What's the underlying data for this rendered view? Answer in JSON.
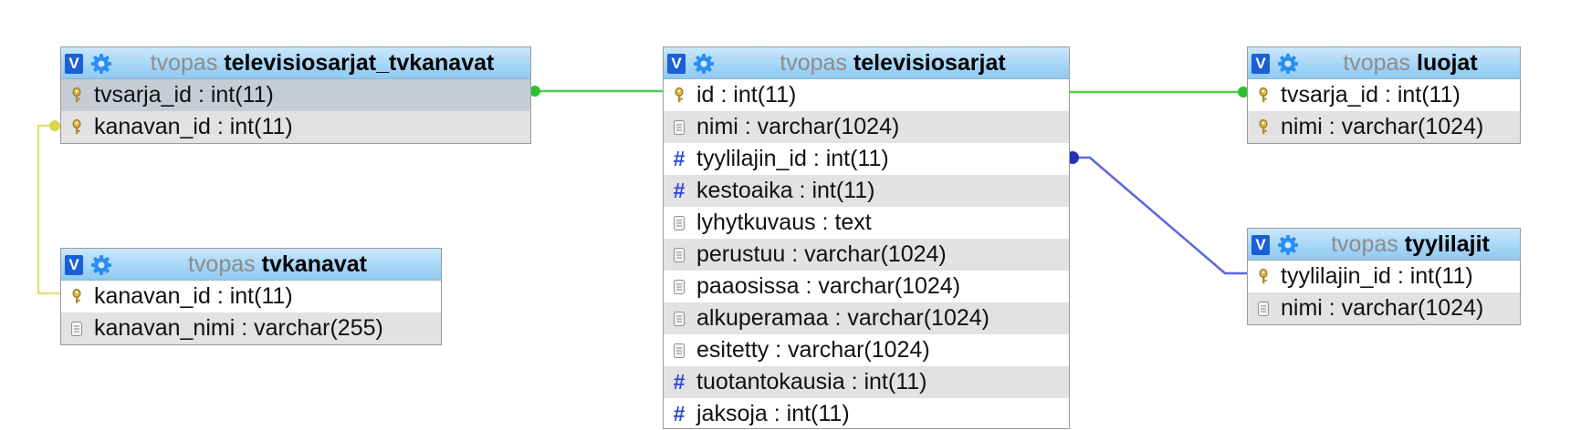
{
  "colors": {
    "header_from": "#c9e7fb",
    "header_to": "#90c9f1",
    "db_name": "#8c8c8c",
    "alt_row": "#e2e2e2",
    "selected_row": "#c6ccd5",
    "link_green": "#4cd04c",
    "link_blue": "#5b66dc",
    "link_yellow": "#e2e07a"
  },
  "tables": {
    "televisiosarjat_tvkanavat": {
      "db": "tvopas",
      "name": "televisiosarjat_tvkanavat",
      "columns": [
        {
          "text": "tvsarja_id : int(11)",
          "icon": "key-icon"
        },
        {
          "text": "kanavan_id : int(11)",
          "icon": "key-icon"
        }
      ]
    },
    "tvkanavat": {
      "db": "tvopas",
      "name": "tvkanavat",
      "columns": [
        {
          "text": "kanavan_id : int(11)",
          "icon": "key-icon"
        },
        {
          "text": "kanavan_nimi : varchar(255)",
          "icon": "text-field-icon"
        }
      ]
    },
    "televisiosarjat": {
      "db": "tvopas",
      "name": "televisiosarjat",
      "columns": [
        {
          "text": "id : int(11)",
          "icon": "key-icon"
        },
        {
          "text": "nimi : varchar(1024)",
          "icon": "text-field-icon"
        },
        {
          "text": "tyylilajin_id : int(11)",
          "icon": "hash-icon"
        },
        {
          "text": "kestoaika : int(11)",
          "icon": "hash-icon"
        },
        {
          "text": "lyhytkuvaus : text",
          "icon": "text-field-icon"
        },
        {
          "text": "perustuu : varchar(1024)",
          "icon": "text-field-icon"
        },
        {
          "text": "paaosissa : varchar(1024)",
          "icon": "text-field-icon"
        },
        {
          "text": "alkuperamaa : varchar(1024)",
          "icon": "text-field-icon"
        },
        {
          "text": "esitetty : varchar(1024)",
          "icon": "text-field-icon"
        },
        {
          "text": "tuotantokausia : int(11)",
          "icon": "hash-icon"
        },
        {
          "text": "jaksoja : int(11)",
          "icon": "hash-icon"
        }
      ]
    },
    "luojat": {
      "db": "tvopas",
      "name": "luojat",
      "columns": [
        {
          "text": "tvsarja_id : int(11)",
          "icon": "key-icon"
        },
        {
          "text": "nimi : varchar(1024)",
          "icon": "key-icon"
        }
      ]
    },
    "tyylilajit": {
      "db": "tvopas",
      "name": "tyylilajit",
      "columns": [
        {
          "text": "tyylilajin_id : int(11)",
          "icon": "key-icon"
        },
        {
          "text": "nimi : varchar(1024)",
          "icon": "text-field-icon"
        }
      ]
    }
  }
}
